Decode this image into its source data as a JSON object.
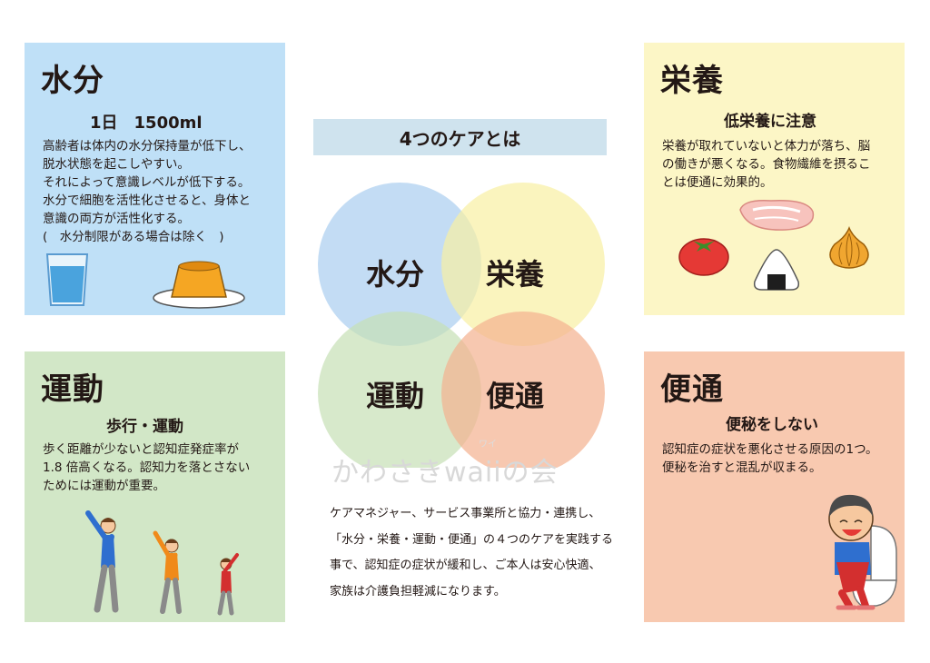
{
  "header": {
    "title": "4つのケアとは"
  },
  "cards": {
    "water": {
      "title": "水分",
      "subtitle": "1日　1500ml",
      "body": "高齢者は体内の水分保持量が低下し、\n脱水状態を起こしやすい。\nそれによって意識レベルが低下する。\n水分で細胞を活性化させると、身体と\n意識の両方が活性化する。\n(　水分制限がある場合は除く　)"
    },
    "nutrition": {
      "title": "栄養",
      "subtitle": "低栄養に注意",
      "body": "栄養が取れていないと体力が落ち、脳\nの働きが悪くなる。食物繊維を摂るこ\nとは便通に効果的。"
    },
    "exercise": {
      "title": "運動",
      "subtitle": "歩行・運動",
      "body": "歩く距離が少ないと認知症発症率が\n1.8 倍高くなる。認知力を落とさない\nためには運動が重要。"
    },
    "bowel": {
      "title": "便通",
      "subtitle": "便秘をしない",
      "body": "認知症の症状を悪化させる原因の1つ。\n便秘を治すと混乱が収まる。"
    }
  },
  "venn": {
    "water": "水分",
    "nutrition": "栄養",
    "exercise": "運動",
    "bowel": "便通",
    "colors": {
      "water": "#a9cdef",
      "nutrition": "#f8f0a2",
      "exercise": "#c6e0b5",
      "bowel": "#f3b08f"
    }
  },
  "watermark": {
    "text": "かわさきwaiiの会",
    "ruby": "ワイ"
  },
  "summary": "ケアマネジャー、サービス事業所と協力・連携し、\n「水分・栄養・運動・便通」の４つのケアを実践する\n事で、認知症の症状が緩和し、ご本人は安心快適、\n家族は介護負担軽減になります。",
  "icons": [
    "water-glass-icon",
    "pudding-icon",
    "meat-icon",
    "tomato-icon",
    "onigiri-icon",
    "onion-icon",
    "stretching-people-icon",
    "toilet-man-icon"
  ]
}
